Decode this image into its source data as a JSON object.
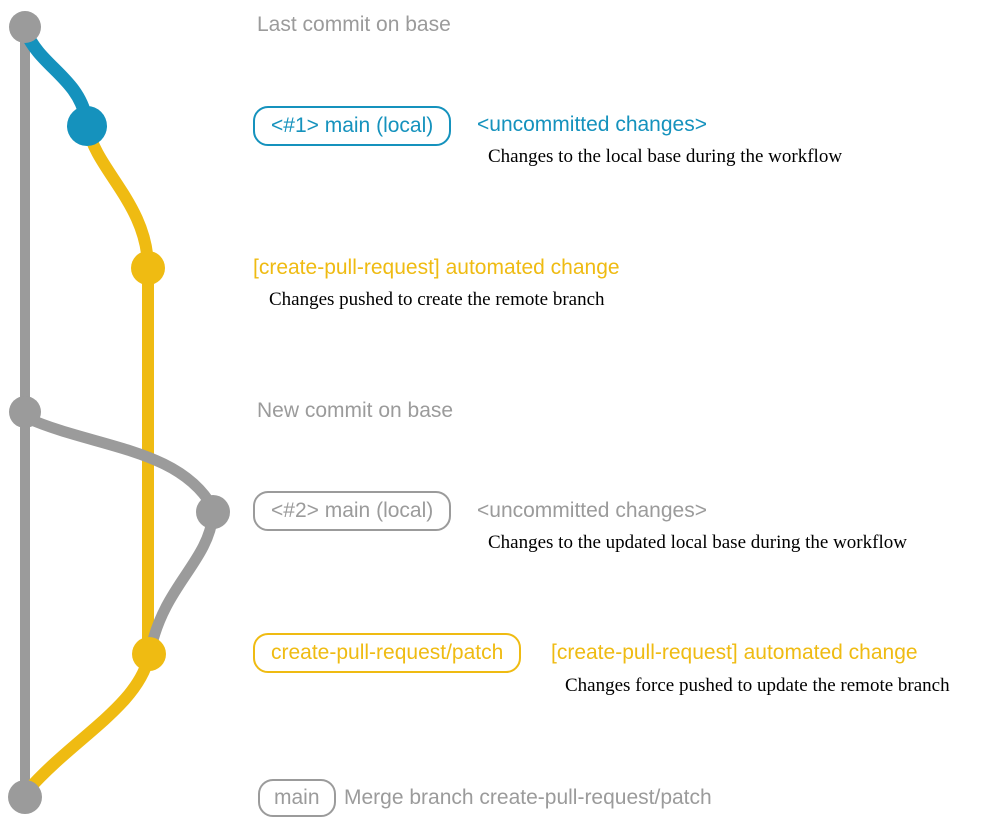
{
  "colors": {
    "gray": "#9b9b9b",
    "blue": "#1592bd",
    "yellow": "#efbb12",
    "ink": "#000000"
  },
  "sections": {
    "last_commit_label": "Last commit on base",
    "new_commit_label": "New commit on base"
  },
  "rows": {
    "uncommitted1": {
      "badge": "<#1> main (local)",
      "title": "<uncommitted changes>",
      "desc": "Changes to the local base during the workflow"
    },
    "automated1": {
      "title": "[create-pull-request] automated change",
      "desc": "Changes pushed to create the remote branch"
    },
    "uncommitted2": {
      "badge": "<#2> main (local)",
      "title": "<uncommitted changes>",
      "desc": "Changes to the updated local base during the workflow"
    },
    "automated2": {
      "badge": "create-pull-request/patch",
      "title": "[create-pull-request] automated change",
      "desc": "Changes force pushed to update the remote branch"
    },
    "merge": {
      "badge": "main",
      "title": "Merge branch create-pull-request/patch"
    }
  }
}
